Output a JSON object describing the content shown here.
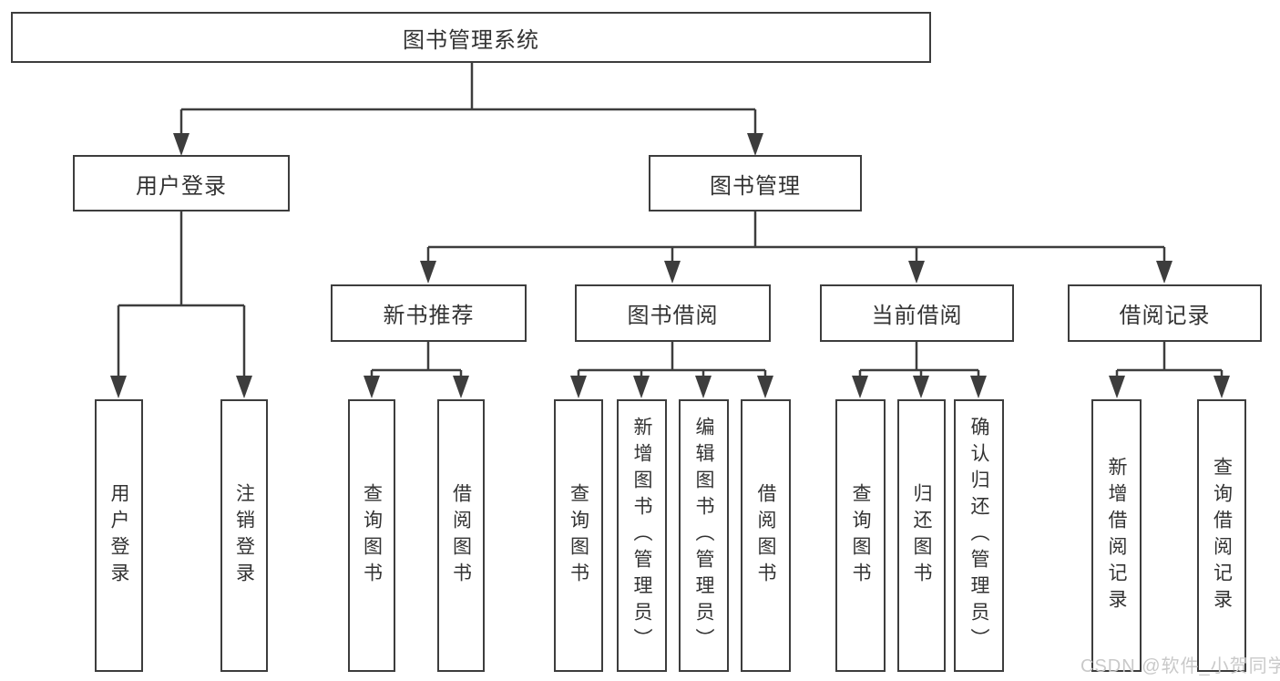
{
  "title": "图书管理系统",
  "colors": {
    "line": "#3d3d3d",
    "text": "#333333",
    "watermark": "#c9c9c9",
    "background": "#ffffff"
  },
  "nodes": {
    "root": {
      "label": "图书管理系统"
    },
    "level2": [
      {
        "label": "用户登录"
      },
      {
        "label": "图书管理"
      }
    ],
    "level3": [
      {
        "label": "新书推荐"
      },
      {
        "label": "图书借阅"
      },
      {
        "label": "当前借阅"
      },
      {
        "label": "借阅记录"
      }
    ],
    "leaves": [
      {
        "label": "用户登录"
      },
      {
        "label": "注销登录"
      },
      {
        "label": "查询图书"
      },
      {
        "label": "借阅图书"
      },
      {
        "label": "查询图书"
      },
      {
        "label": "新增图书（管理员）"
      },
      {
        "label": "编辑图书（管理员）"
      },
      {
        "label": "借阅图书"
      },
      {
        "label": "查询图书"
      },
      {
        "label": "归还图书"
      },
      {
        "label": "确认归还（管理员）"
      },
      {
        "label": "新增借阅记录"
      },
      {
        "label": "查询借阅记录"
      }
    ]
  },
  "watermark": {
    "text": "CSDN @软件_小贺同学"
  }
}
